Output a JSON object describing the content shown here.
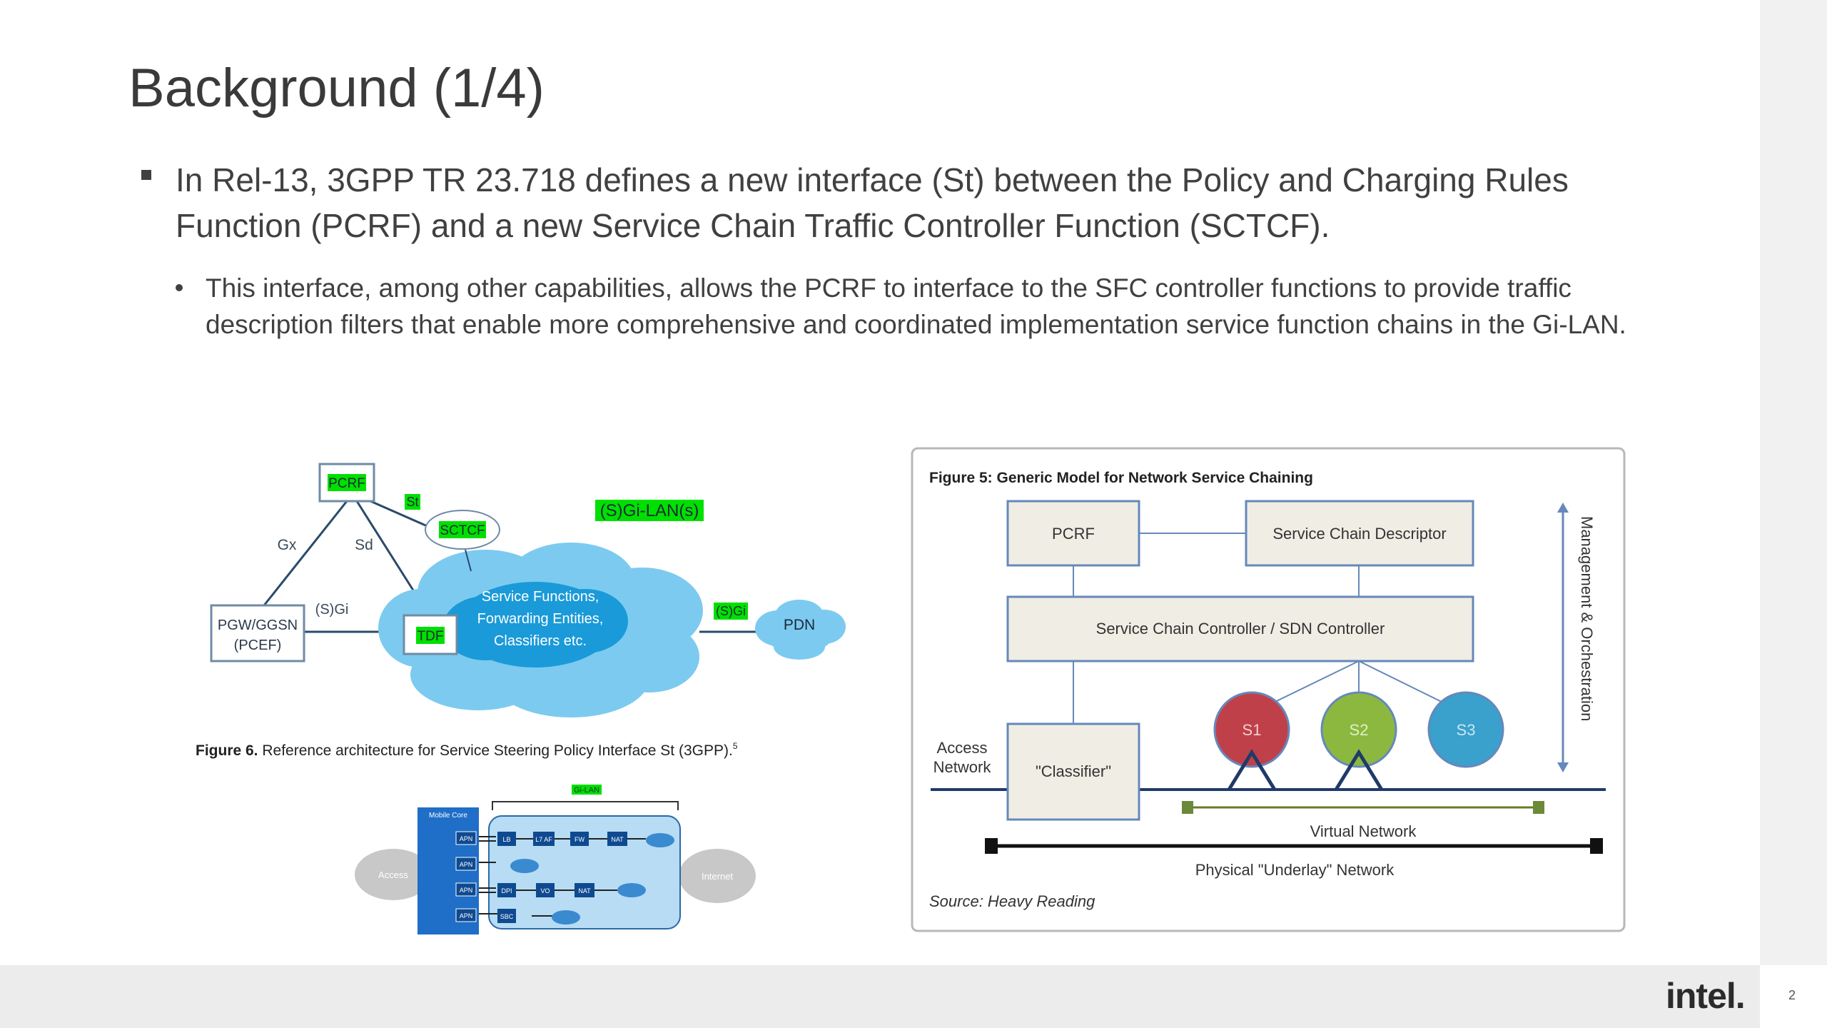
{
  "slide": {
    "title": "Background (1/4)",
    "bullet_main": "In Rel-13, 3GPP TR 23.718 defines a new interface (St) between the Policy and Charging Rules Function (PCRF) and a new Service Chain Traffic Controller Function (SCTCF).",
    "bullet_sub": "This interface, among other capabilities, allows the PCRF to interface to the SFC controller functions to provide traffic description filters that enable more comprehensive and coordinated implementation service function chains in the Gi-LAN.",
    "page_number": "2",
    "logo": "intel."
  },
  "figure6": {
    "pcrf": "PCRF",
    "st": "St",
    "sctcf": "SCTCF",
    "gilan": "(S)Gi-LAN(s)",
    "gx": "Gx",
    "sd": "Sd",
    "sgi_left": "(S)Gi",
    "sgi_right": "(S)Gi",
    "pgw_line1": "PGW/GGSN",
    "pgw_line2": "(PCEF)",
    "tdf": "TDF",
    "cloud_line1": "Service Functions,",
    "cloud_line2": "Forwarding Entities,",
    "cloud_line3": "Classifiers etc.",
    "pdn": "PDN",
    "caption_bold": "Figure 6.",
    "caption_rest": " Reference architecture for Service Steering Policy Interface St (3GPP).",
    "caption_sup": "5"
  },
  "small_diagram": {
    "gi_lan": "Gi-LAN",
    "mobile_core": "Mobile Core",
    "access": "Access",
    "internet": "Internet",
    "apn": "APN",
    "lb": "LB",
    "l7af": "L7 AF",
    "fw": "FW",
    "nat": "NAT",
    "dpi": "DPI",
    "vo": "VO",
    "sbc": "SBC"
  },
  "figure5": {
    "title": "Figure 5: Generic Model for Network Service Chaining",
    "pcrf": "PCRF",
    "descriptor": "Service Chain Descriptor",
    "controller": "Service Chain Controller / SDN Controller",
    "classifier": "\"Classifier\"",
    "access_line1": "Access",
    "access_line2": "Network",
    "s1": "S1",
    "s2": "S2",
    "s3": "S3",
    "mgmt": "Management & Orchestration",
    "virtual": "Virtual Network",
    "physical": "Physical \"Underlay\" Network",
    "source": "Source: Heavy Reading"
  },
  "colors": {
    "green_highlight": "#00e000",
    "cloud_blue": "#7ccaf0",
    "node_red": "#c0404a",
    "node_green": "#8cb840",
    "node_blue": "#3aa0cc",
    "box_fill": "#efede4",
    "box_stroke": "#6688bb"
  }
}
